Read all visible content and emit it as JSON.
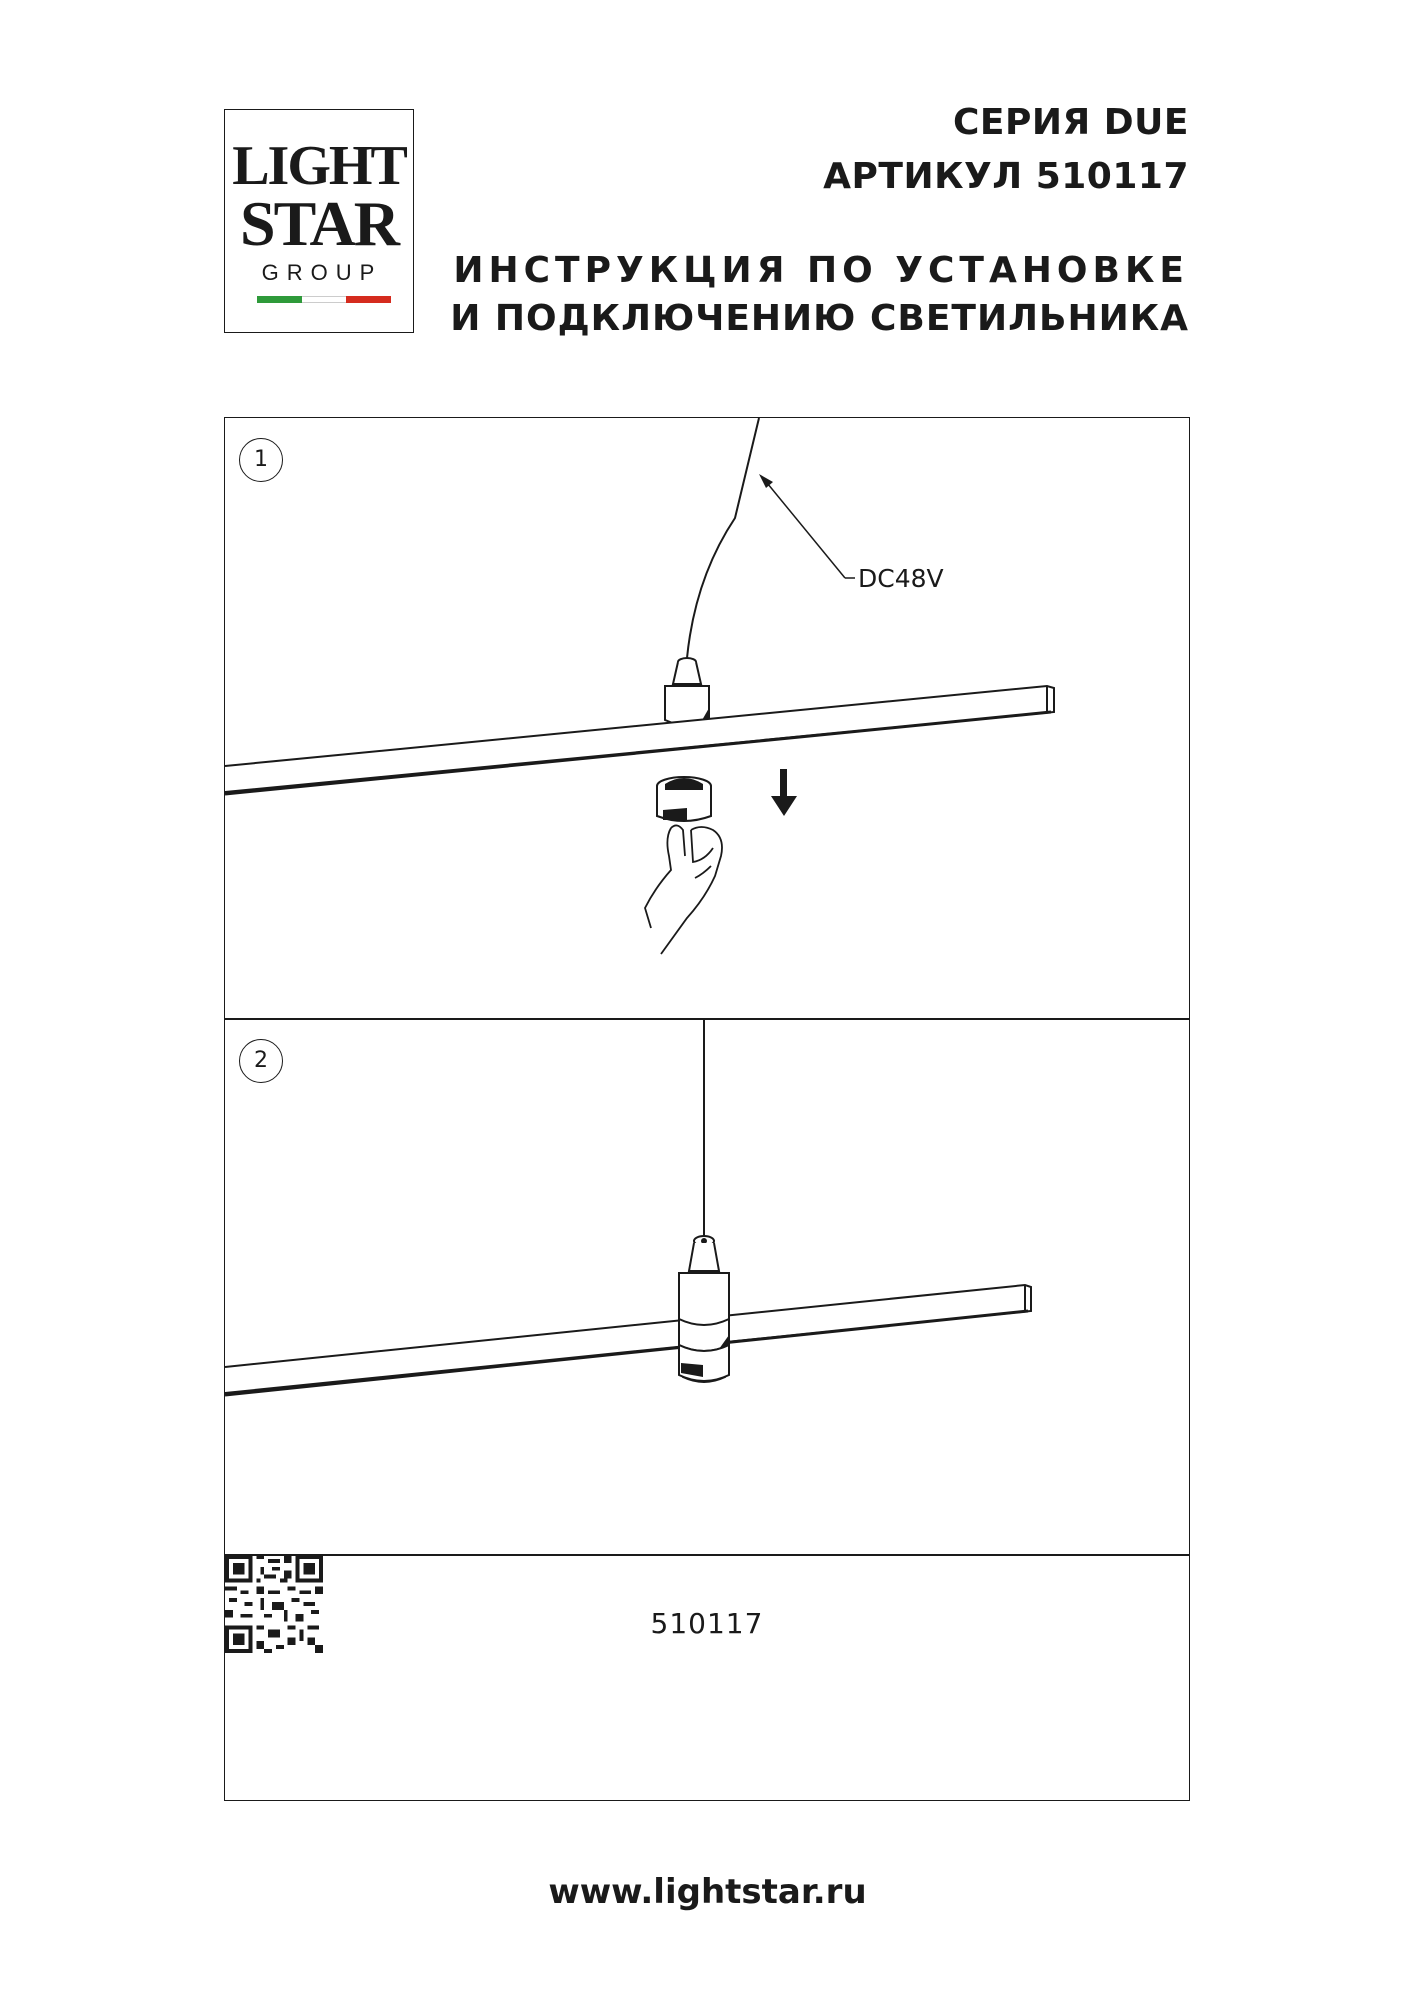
{
  "logo": {
    "line1": "LIGHT",
    "line2": "STAR",
    "line3": "GROUP",
    "flag_colors": [
      "#2e9a3a",
      "#ffffff",
      "#d52b1e"
    ]
  },
  "header": {
    "series": "СЕРИЯ DUE",
    "article": "АРТИКУЛ 510117",
    "title_line1": "ИНСТРУКЦИЯ ПО УСТАНОВКЕ",
    "title_line2": "И ПОДКЛЮЧЕНИЮ СВЕТИЛЬНИКА"
  },
  "steps": [
    {
      "number": "1",
      "voltage_label": "DC48V"
    },
    {
      "number": "2"
    }
  ],
  "footer_panel": {
    "code": "510117",
    "qr_icon": "qr-code-icon"
  },
  "website": "www.lightstar.ru"
}
